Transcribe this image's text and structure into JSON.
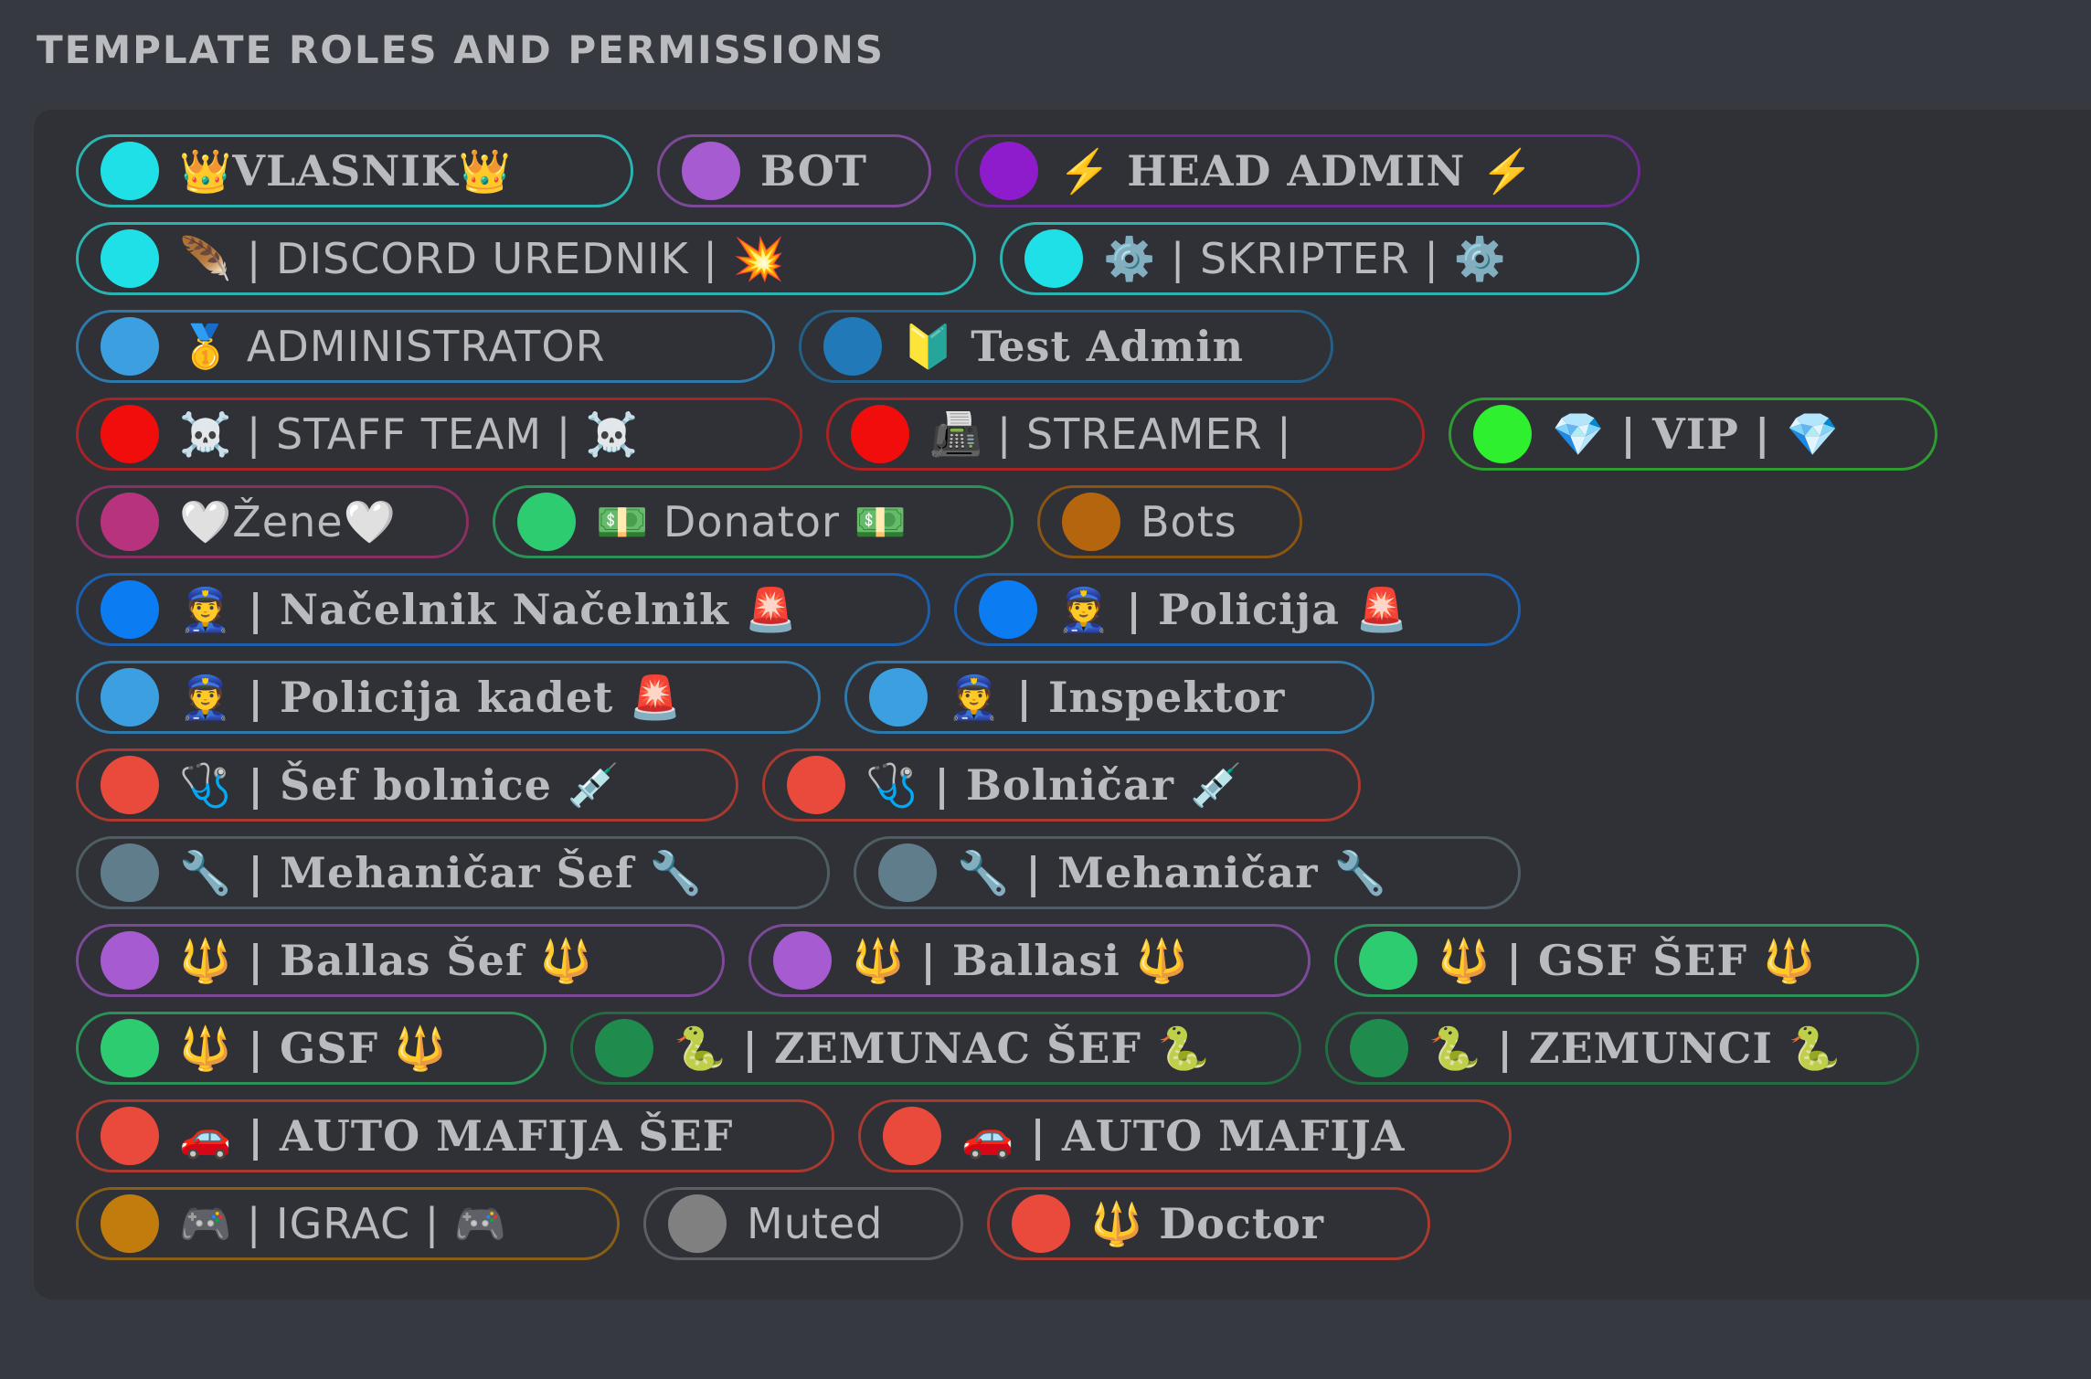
{
  "section": {
    "title": "TEMPLATE ROLES AND PERMISSIONS"
  },
  "rows": [
    [
      {
        "label": "👑VLASNIK👑",
        "color": "#1fe0e6",
        "border": "#2bb3b0"
      },
      {
        "label": "BOT",
        "color": "#a65bd1",
        "border": "#7d4a99"
      },
      {
        "label": "⚡ HEAD ADMIN ⚡",
        "color": "#8e1ccc",
        "border": "#6a2a8f"
      }
    ],
    [
      {
        "label": "🪶 | DISCORD UREDNIK | 💥",
        "color": "#1fe0e6",
        "border": "#2bb3b0",
        "sans": true
      },
      {
        "label": "⚙️ | SKRIPTER | ⚙️",
        "color": "#1fe0e6",
        "border": "#2bb3b0",
        "sans": true
      }
    ],
    [
      {
        "label": "🥇 ADMINISTRATOR",
        "color": "#3b9fe0",
        "border": "#2f79aa",
        "sans": true
      },
      {
        "label": "🔰 Test Admin",
        "color": "#2179b8",
        "border": "#245f87"
      }
    ],
    [
      {
        "label": "☠️ | STAFF TEAM | ☠️",
        "color": "#f20d0d",
        "border": "#a82323",
        "sans": true
      },
      {
        "label": "📠 | STREAMER |",
        "color": "#f20d0d",
        "border": "#a82323",
        "sans": true
      },
      {
        "label": "💎 | VIP | 💎",
        "color": "#2ef02e",
        "border": "#2d9e2d"
      }
    ],
    [
      {
        "label": "🤍Žene🤍",
        "color": "#b8337e",
        "border": "#8a2f62",
        "sans": true
      },
      {
        "label": "💵 Donator 💵",
        "color": "#2ecc71",
        "border": "#2a9157",
        "sans": true
      },
      {
        "label": "Bots",
        "color": "#b5650d",
        "border": "#8a5514",
        "sans": true
      }
    ],
    [
      {
        "label": "👮 | Načelnik Načelnik 🚨",
        "color": "#0b7cf2",
        "border": "#1b5fae"
      },
      {
        "label": "👮 | Policija 🚨",
        "color": "#0b7cf2",
        "border": "#1b5fae"
      }
    ],
    [
      {
        "label": "👮 | Policija kadet 🚨",
        "color": "#3b9fe0",
        "border": "#2f79aa"
      },
      {
        "label": "👮 | Inspektor",
        "color": "#3b9fe0",
        "border": "#2f79aa"
      }
    ],
    [
      {
        "label": "🩺 | Šef bolnice 💉",
        "color": "#ea4a3c",
        "border": "#a83a30"
      },
      {
        "label": "🩺 | Bolničar 💉",
        "color": "#ea4a3c",
        "border": "#a83a30"
      }
    ],
    [
      {
        "label": "🔧 | Mehaničar Šef 🔧",
        "color": "#607d8b",
        "border": "#4f5e66"
      },
      {
        "label": "🔧 | Mehaničar 🔧",
        "color": "#607d8b",
        "border": "#4f5e66"
      }
    ],
    [
      {
        "label": "🔱 | Ballas Šef 🔱",
        "color": "#a65bd1",
        "border": "#7d4a99"
      },
      {
        "label": "🔱 | Ballasi 🔱",
        "color": "#a65bd1",
        "border": "#7d4a99"
      },
      {
        "label": "🔱 | GSF ŠEF 🔱",
        "color": "#2ecc71",
        "border": "#2a9157"
      }
    ],
    [
      {
        "label": "🔱 | GSF 🔱",
        "color": "#2ecc71",
        "border": "#2a9157"
      },
      {
        "label": "🐍 | ZEMUNAC ŠEF 🐍",
        "color": "#1f8b4c",
        "border": "#236b41"
      },
      {
        "label": "🐍 | ZEMUNCI 🐍",
        "color": "#1f8b4c",
        "border": "#236b41"
      }
    ],
    [
      {
        "label": "🚗 | AUTO MAFIJA ŠEF",
        "color": "#ea4a3c",
        "border": "#a83a30"
      },
      {
        "label": "🚗 | AUTO MAFIJA",
        "color": "#ea4a3c",
        "border": "#a83a30"
      }
    ],
    [
      {
        "label": "🎮 | IGRAC | 🎮",
        "color": "#c27c0e",
        "border": "#8a5e14",
        "sans": true
      },
      {
        "label": "Muted",
        "color": "#808080",
        "border": "#5c5f63",
        "sans": true
      },
      {
        "label": "🔱 Doctor",
        "color": "#ea4a3c",
        "border": "#a83a30"
      }
    ]
  ]
}
